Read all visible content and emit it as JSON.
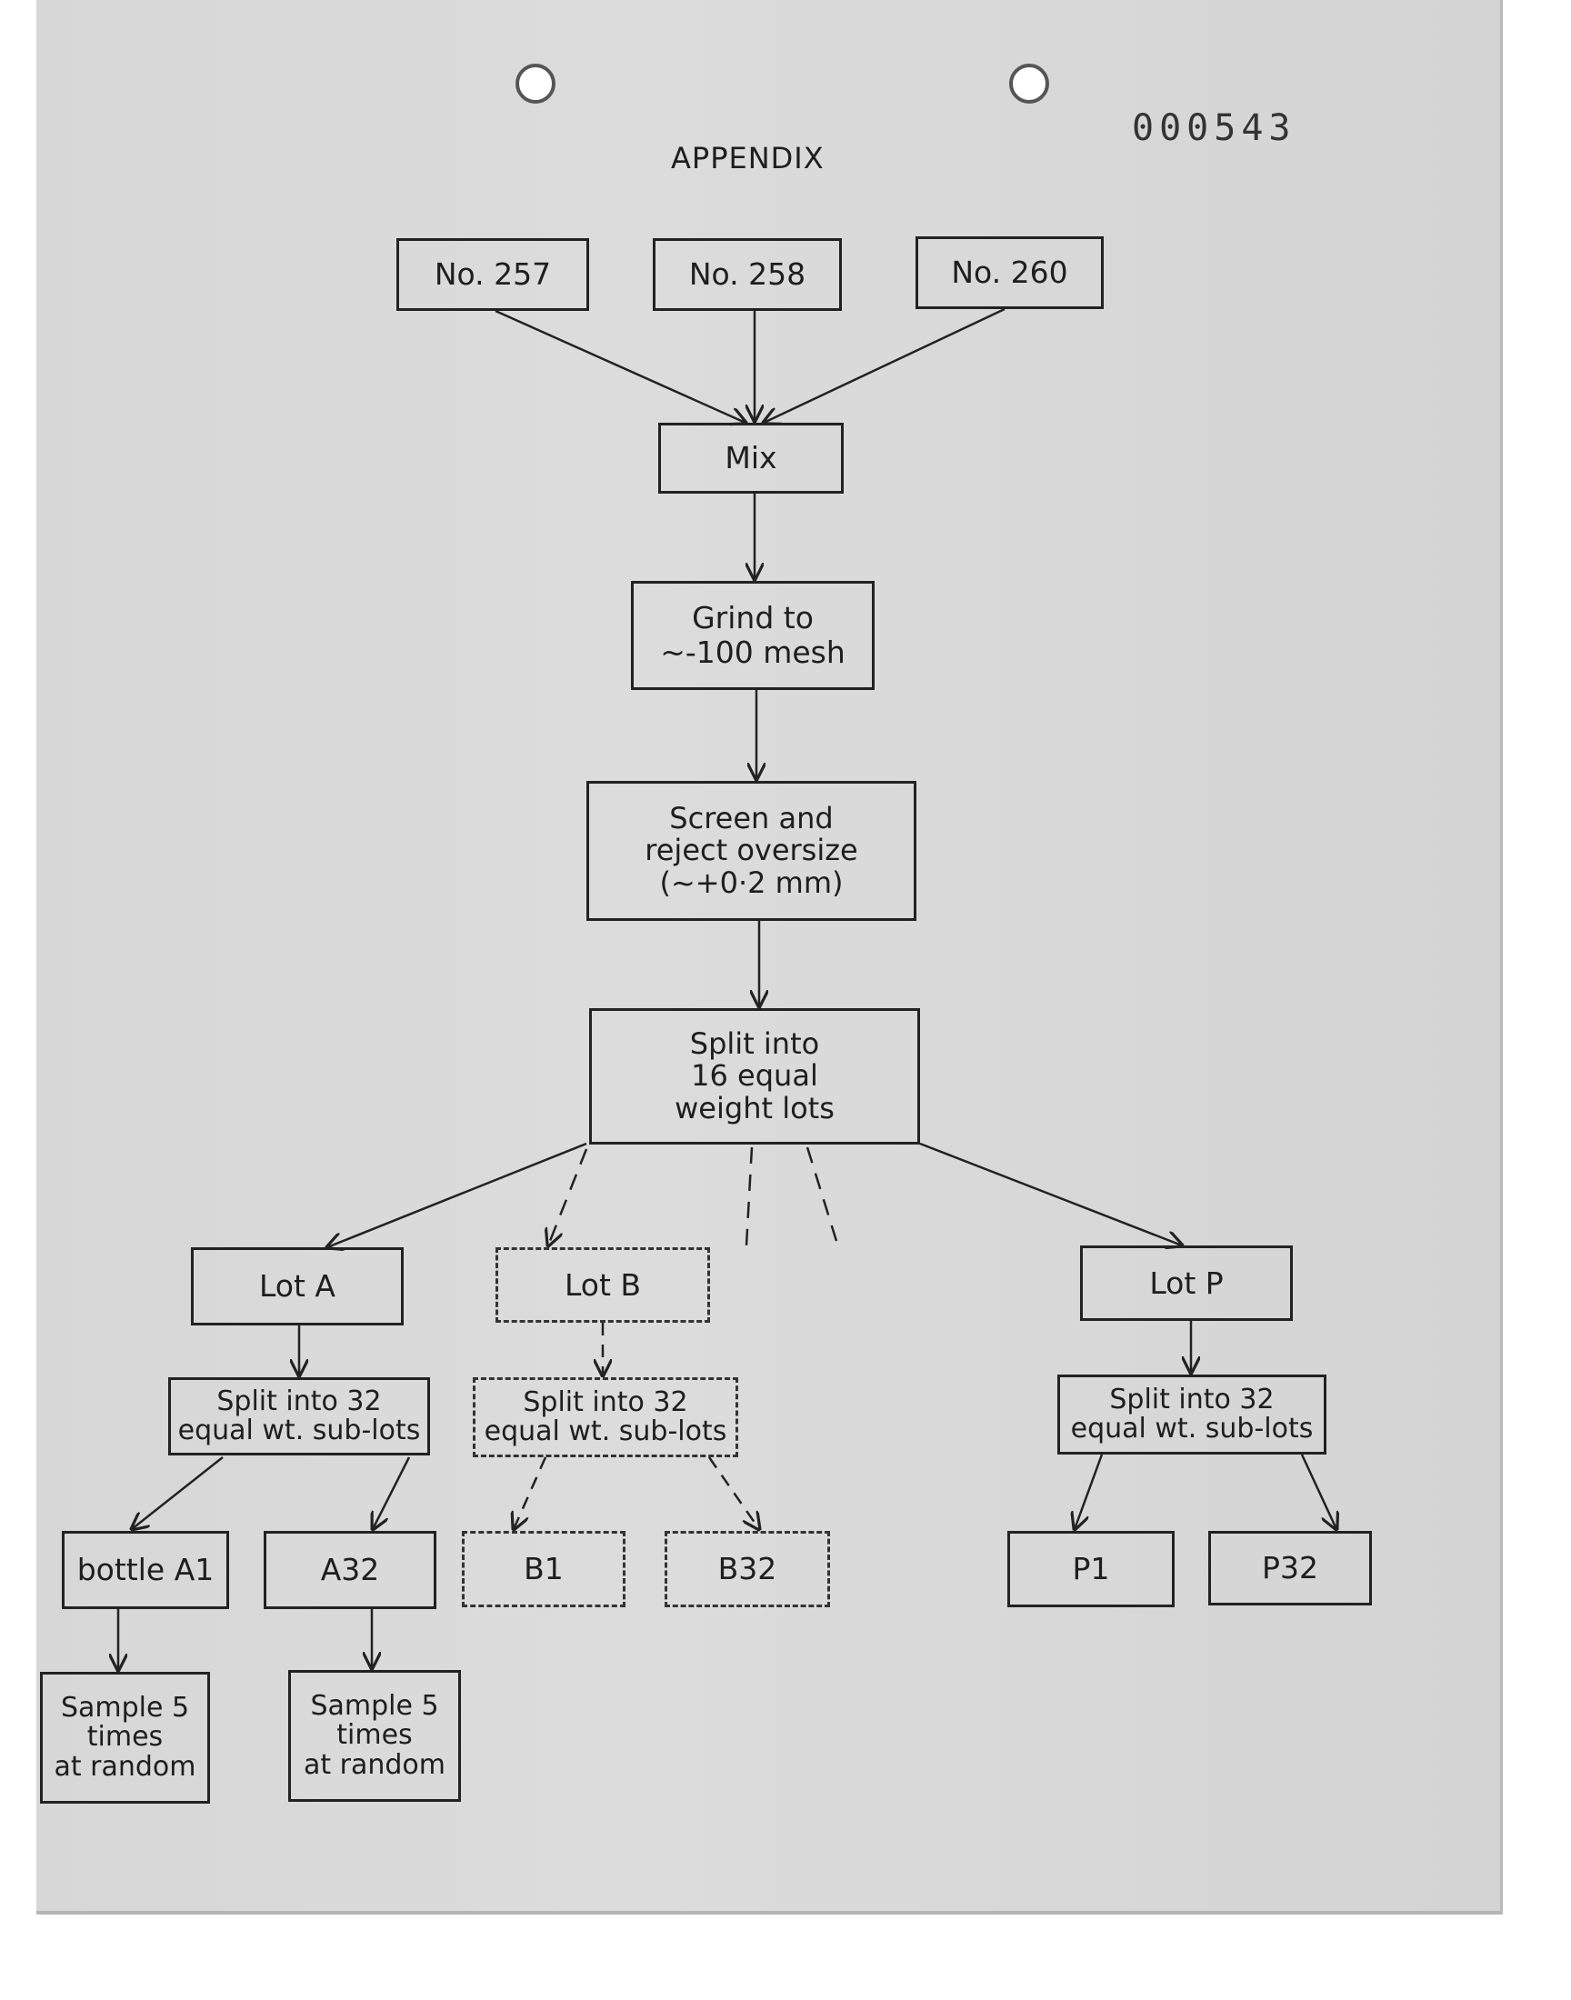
{
  "header": {
    "title": "APPENDIX",
    "doc_number": "000543"
  },
  "sources": [
    {
      "label": "No. 257"
    },
    {
      "label": "No. 258"
    },
    {
      "label": "No. 260"
    }
  ],
  "steps": {
    "mix": "Mix",
    "grind": [
      "Grind  to",
      "~-100 mesh"
    ],
    "screen": [
      "Screen  and",
      "reject  oversize",
      "(~+0·2 mm)"
    ],
    "split_main": [
      "Split  into",
      "16  equal",
      "weight  lots"
    ]
  },
  "lots": [
    {
      "label": "Lot  A",
      "style": "solid",
      "split": [
        "Split  into  32",
        "equal  wt. sub-lots"
      ],
      "first": "bottle  A1",
      "last": "A32"
    },
    {
      "label": "Lot  B",
      "style": "dashed",
      "split": [
        "Split  into  32",
        "equal  wt. sub-lots"
      ],
      "first": "B1",
      "last": "B32"
    },
    {
      "label": "Lot  P",
      "style": "solid",
      "split": [
        "Split  into  32",
        "equal  wt. sub-lots"
      ],
      "first": "P1",
      "last": "P32"
    }
  ],
  "samples": [
    {
      "lines": [
        "Sample  5",
        "times",
        "at random"
      ]
    },
    {
      "lines": [
        "Sample  5",
        "times",
        "at random"
      ]
    }
  ]
}
